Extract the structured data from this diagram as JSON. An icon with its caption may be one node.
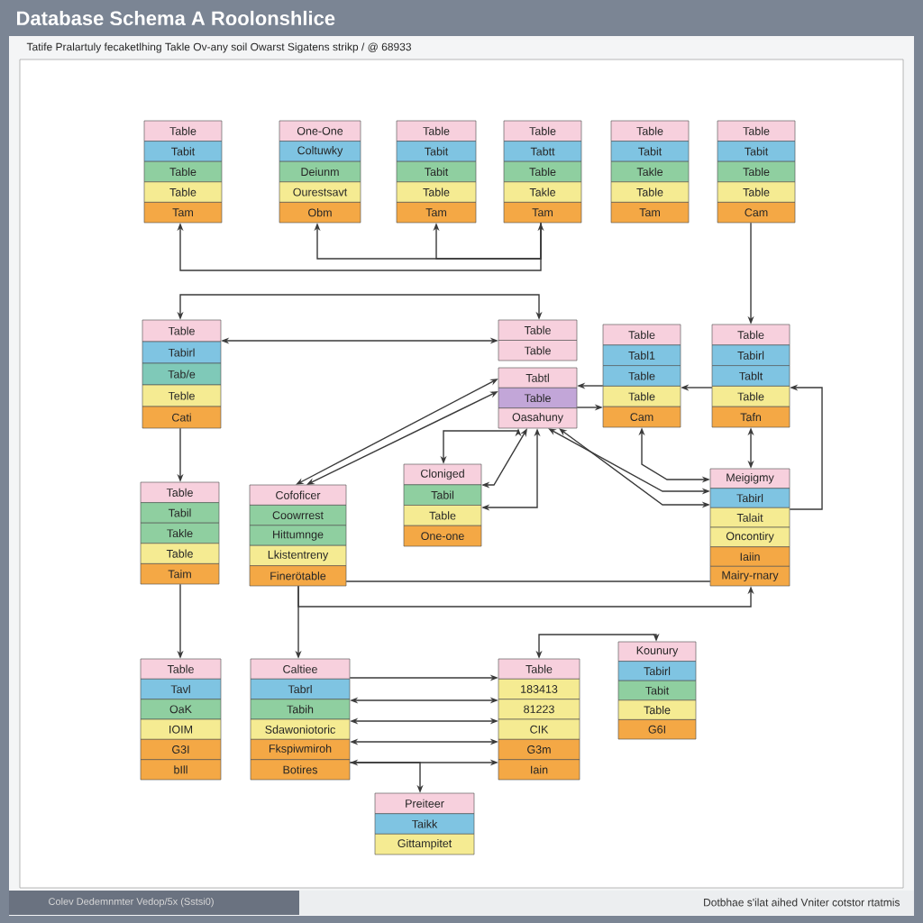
{
  "diagram": {
    "title": "Database Schema A Roolonshlice",
    "nodes": [
      {
        "text": [
          "Table",
          "Tabit",
          "Table",
          "Table",
          "Tam"
        ]
      },
      {
        "text": [
          "One-One",
          "Coltuwky",
          "Deiunm",
          "Ourestsavt",
          "Obm"
        ]
      },
      {
        "text": [
          "Table",
          "Tabit",
          "Tabit",
          "Table",
          "Tam"
        ]
      },
      {
        "text": [
          "Table",
          "Tabtt",
          "Table",
          "Takle",
          "Tam"
        ]
      },
      {
        "text": [
          "Table",
          "Tabit",
          "Takle",
          "Table",
          "Tam"
        ]
      },
      {
        "text": [
          "Table",
          "Tabit",
          "Table",
          "Table",
          "Cam"
        ]
      },
      {
        "text": [
          "Table",
          "Tabirl",
          "Tab/e",
          "Teble",
          "Cati"
        ]
      },
      {
        "text": [
          "Table",
          "Table"
        ]
      },
      {
        "text": [
          "Tabtl",
          "Table",
          "Oasahuny"
        ]
      },
      {
        "text": [
          "Table",
          "Tabl1",
          "Table",
          "Table",
          "Cam"
        ]
      },
      {
        "text": [
          "Table",
          "Tabirl",
          "Tablt",
          "Table",
          "Tafn"
        ]
      },
      {
        "text": [
          "Table",
          "Tabil",
          "Takle",
          "Table",
          "Taim"
        ]
      },
      {
        "text": [
          "Cofoficer",
          "Coowrrest",
          "Hittumnge",
          "Lkistentreny",
          "Finerötable"
        ]
      },
      {
        "text": [
          "Cloniged",
          "Tabil",
          "Table",
          "One-one"
        ]
      },
      {
        "text": [
          "Meigigmy",
          "Tabirl",
          "Talait",
          "Oncontiry",
          "Iaiin",
          "Mairy-rnary"
        ]
      },
      {
        "text": [
          "Table",
          "Tavl",
          "OaK",
          "IOIM",
          "G3I",
          "bIll"
        ]
      },
      {
        "text": [
          "Caltiee",
          "Tabrl",
          "Tabih",
          "Sdawoniotoric",
          "Fkspiwmiroh",
          "Botires"
        ]
      },
      {
        "text": [
          "Table",
          "183413",
          "81223",
          "CIK",
          "G3m",
          "Iain"
        ]
      },
      {
        "text": [
          "Kounury",
          "Tabirl",
          "Tabit",
          "Table",
          "G6I"
        ]
      },
      {
        "text": [
          "Preiteer",
          "Taikk",
          "Gittampitet"
        ]
      }
    ],
    "edges": [
      {
        "from": 3,
        "to": 0,
        "arrow": "both"
      },
      {
        "from": 3,
        "to": 1,
        "arrow": "to"
      },
      {
        "from": 3,
        "to": 2,
        "arrow": "to"
      },
      {
        "from": 5,
        "to": 10,
        "arrow": "to"
      },
      {
        "from": 6,
        "to": 7,
        "arrow": "both"
      },
      {
        "from": 6,
        "to": 7,
        "arrow": "both"
      },
      {
        "from": 9,
        "to": 8,
        "arrow": "to"
      },
      {
        "from": 8,
        "to": 9,
        "arrow": "to"
      },
      {
        "from": 10,
        "to": 9,
        "arrow": "to"
      },
      {
        "from": 14,
        "to": 10,
        "arrow": "to"
      },
      {
        "from": 10,
        "to": 14,
        "arrow": "both"
      },
      {
        "from": 9,
        "to": 14,
        "arrow": "both"
      },
      {
        "from": 8,
        "to": 14,
        "arrow": "both"
      },
      {
        "from": 8,
        "to": 14,
        "arrow": "both"
      },
      {
        "from": 12,
        "to": 8,
        "arrow": "both"
      },
      {
        "from": 12,
        "to": 8,
        "arrow": "both"
      },
      {
        "from": 13,
        "to": 8,
        "arrow": "both"
      },
      {
        "from": 8,
        "to": 13,
        "arrow": "both"
      },
      {
        "from": 8,
        "to": 13,
        "arrow": "both"
      },
      {
        "from": 6,
        "to": 11,
        "arrow": "to"
      },
      {
        "from": 11,
        "to": 15,
        "arrow": "to"
      },
      {
        "from": 12,
        "to": 16,
        "arrow": "to"
      },
      {
        "from": 12,
        "to": 14,
        "arrow": "to"
      },
      {
        "from": 12,
        "to": 14,
        "arrow": "none"
      },
      {
        "from": 16,
        "to": 17,
        "arrow": "to"
      },
      {
        "from": 16,
        "to": 17,
        "arrow": "both"
      },
      {
        "from": 16,
        "to": 17,
        "arrow": "both"
      },
      {
        "from": 16,
        "to": 17,
        "arrow": "both"
      },
      {
        "from": 16,
        "to": 17,
        "arrow": "both"
      },
      {
        "from": 16,
        "to": 19,
        "arrow": "to"
      },
      {
        "from": 17,
        "to": 18,
        "arrow": "both"
      }
    ],
    "labels": [
      "Tatife Pralartuly fecaketlhing Takle Ov-any soil Owarst Sigatens strikp / @ 68933",
      "Colev Dedemnmter Vedop/5x (Sstsi0)",
      "Dotbhae s'ilat aihed Vniter cotstor rtatmis"
    ]
  }
}
